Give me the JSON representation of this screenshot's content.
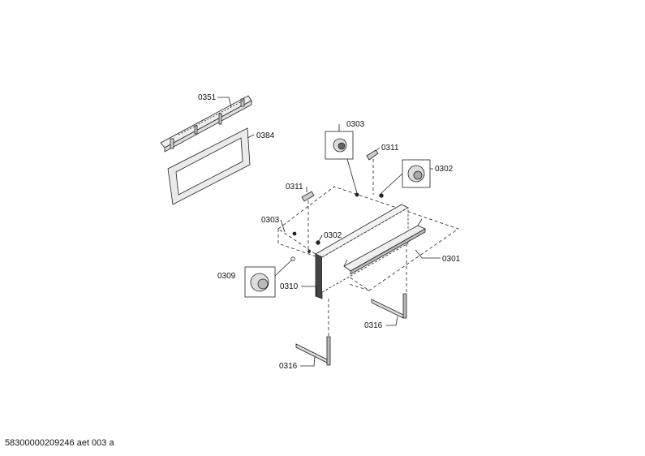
{
  "diagram": {
    "callouts": {
      "c0351": "0351",
      "c0384": "0384",
      "c0303_top": "0303",
      "c0311_right": "0311",
      "c0302_right": "0302",
      "c0311_left": "0311",
      "c0303_left": "0303",
      "c0302_mid": "0302",
      "c0301": "0301",
      "c0309": "0309",
      "c0310": "0310",
      "c0316_right": "0316",
      "c0316_bottom": "0316"
    }
  },
  "footer": {
    "drawing_id": "58300000209246 aet 003 a"
  },
  "colors": {
    "line": "#222222",
    "part_fill": "#e6e6e6",
    "dark_fill": "#555555"
  }
}
